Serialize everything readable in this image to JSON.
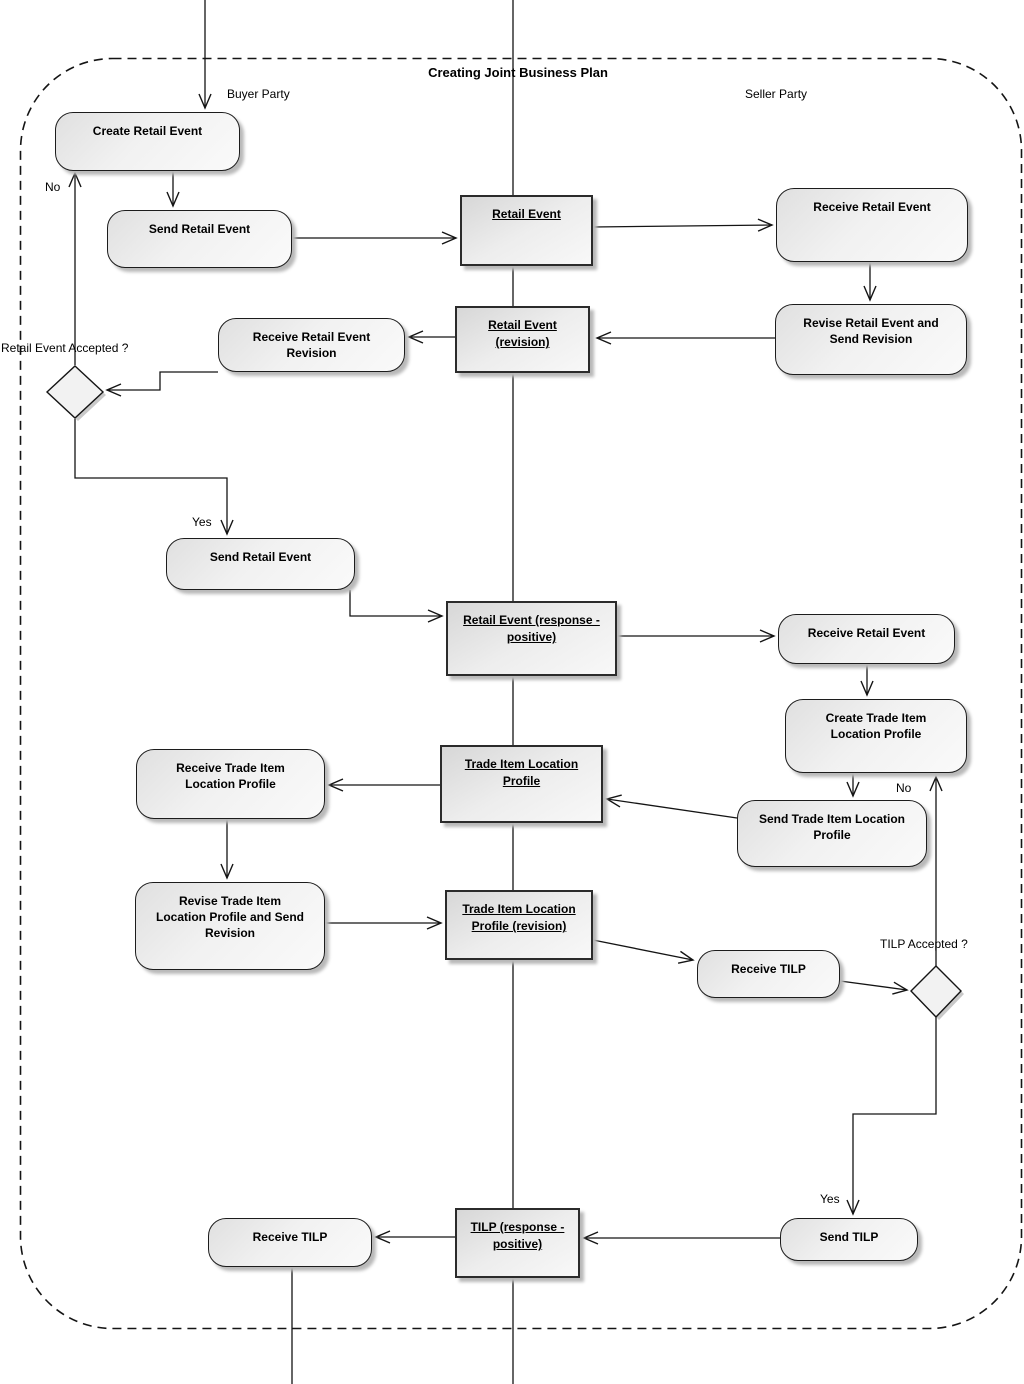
{
  "frame": {
    "title": "Creating Joint Business Plan"
  },
  "lanes": {
    "buyer": "Buyer Party",
    "seller": "Seller Party"
  },
  "guards": {
    "retail_event_accepted": "Retail Event Accepted ?",
    "no_retail": "No",
    "yes_retail": "Yes",
    "tilp_accepted": "TILP Accepted ?",
    "no_tilp": "No",
    "yes_tilp": "Yes"
  },
  "activities": {
    "create_retail_event": "Create Retail Event",
    "send_retail_event_1": "Send Retail Event",
    "receive_retail_event_1": "Receive Retail Event",
    "revise_retail_event": "Revise Retail Event and\nSend Revision",
    "receive_retail_event_revision": "Receive Retail Event\nRevision",
    "send_retail_event_2": "Send Retail Event",
    "receive_retail_event_2": "Receive Retail Event",
    "create_tilp": "Create Trade Item\nLocation Profile",
    "send_tilp_profile": "Send Trade Item Location\nProfile",
    "receive_tilp_profile": "Receive Trade Item\nLocation Profile",
    "revise_tilp": "Revise Trade Item\nLocation Profile and Send\nRevision",
    "receive_tilp_1": "Receive TILP",
    "send_tilp": "Send TILP",
    "receive_tilp_2": "Receive TILP"
  },
  "objects": {
    "retail_event": "Retail Event",
    "retail_event_revision": "Retail Event\n(revision)",
    "retail_event_response": "Retail Event (response -\npositive)",
    "tilp": "Trade Item Location\nProfile",
    "tilp_revision": "Trade Item Location\nProfile (revision)",
    "tilp_response": "TILP (response -\npositive)"
  }
}
